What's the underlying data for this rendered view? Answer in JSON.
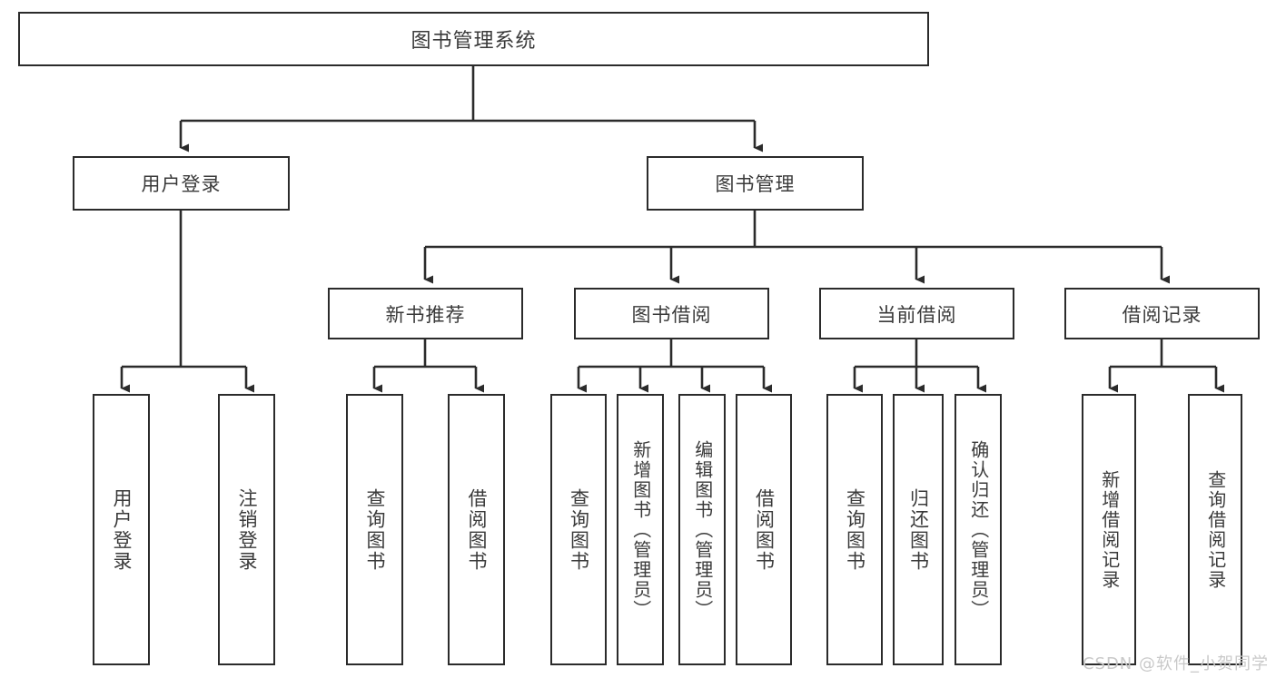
{
  "diagram": {
    "type": "tree",
    "title": "图书管理系统",
    "root": {
      "label": "图书管理系统"
    },
    "level2": [
      {
        "label": "用户登录"
      },
      {
        "label": "图书管理"
      }
    ],
    "level3": [
      {
        "label": "新书推荐"
      },
      {
        "label": "图书借阅"
      },
      {
        "label": "当前借阅"
      },
      {
        "label": "借阅记录"
      }
    ],
    "leaves": {
      "user_login": [
        {
          "label": "用户登录"
        },
        {
          "label": "注销登录"
        }
      ],
      "new_book_recommend": [
        {
          "label": "查询图书"
        },
        {
          "label": "借阅图书"
        }
      ],
      "book_borrow": [
        {
          "label": "查询图书"
        },
        {
          "label": "新增图书（管理员）"
        },
        {
          "label": "编辑图书（管理员）"
        },
        {
          "label": "借阅图书"
        }
      ],
      "current_borrow": [
        {
          "label": "查询图书"
        },
        {
          "label": "归还图书"
        },
        {
          "label": "确认归还（管理员）"
        }
      ],
      "borrow_record": [
        {
          "label": "新增借阅记录"
        },
        {
          "label": "查询借阅记录"
        }
      ]
    },
    "watermark": "CSDN @软件_小贺同学",
    "colors": {
      "border": "#2b2b2b",
      "text": "#3a3a3a",
      "background": "#ffffff",
      "watermark": "#c9c9c9"
    }
  }
}
